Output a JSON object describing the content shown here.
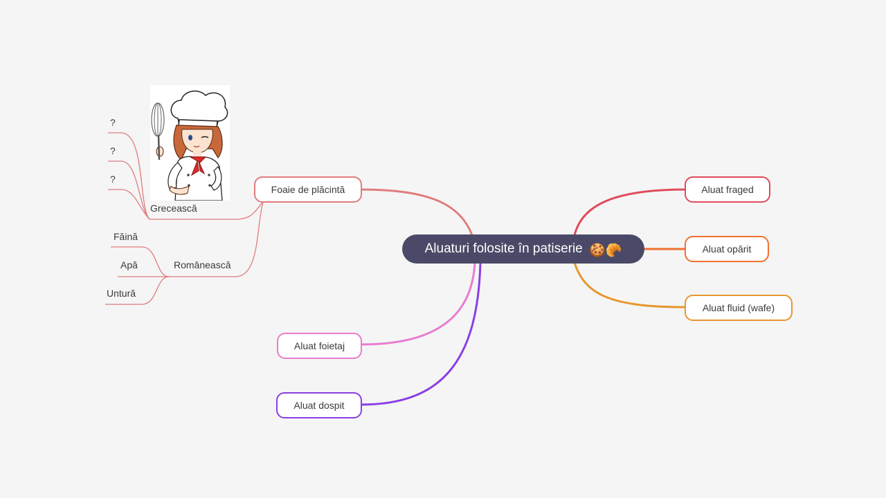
{
  "mindmap": {
    "root": {
      "label": "Aluaturi folosite în patiserie",
      "emoji_1": "🍪",
      "emoji_2": "🥐",
      "color": "#4a4a68"
    },
    "branches": [
      {
        "label": "Aluat fraged",
        "color": "#e04a5a"
      },
      {
        "label": "Aluat opărit",
        "color": "#f07030"
      },
      {
        "label": "Aluat fluid (wafe)",
        "color": "#e8962e"
      },
      {
        "label": "Foaie de plăcintă",
        "color": "#e07c7c"
      },
      {
        "label": "Aluat foietaj",
        "color": "#e87cd0"
      },
      {
        "label": "Aluat dospit",
        "color": "#8a3ee6"
      }
    ],
    "sub_branches": [
      {
        "label": "Grecească"
      },
      {
        "label": "Românească"
      }
    ],
    "leaves_greceasca": [
      "?",
      "?",
      "?"
    ],
    "leaves_romaneasca": [
      "Făină",
      "Apă",
      "Untură"
    ],
    "image": {
      "icon": "chef-with-whisk-illustration"
    }
  }
}
